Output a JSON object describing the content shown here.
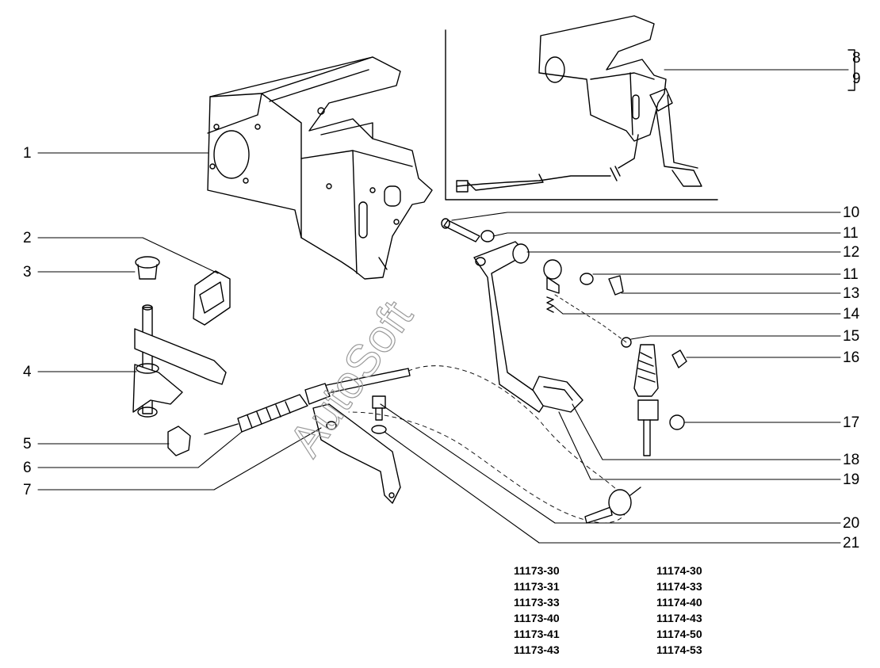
{
  "watermark": "AutoSoft",
  "callouts": {
    "c1": "1",
    "c2": "2",
    "c3": "3",
    "c4": "4",
    "c5": "5",
    "c6": "6",
    "c7": "7",
    "c8": "8",
    "c9": "9",
    "c10": "10",
    "c11a": "11",
    "c11b": "11",
    "c12": "12",
    "c13": "13",
    "c14": "14",
    "c15": "15",
    "c16": "16",
    "c17": "17",
    "c18": "18",
    "c19": "19",
    "c20": "20",
    "c21": "21"
  },
  "models": {
    "left": [
      "11173-30",
      "11173-31",
      "11173-33",
      "11173-40",
      "11173-41",
      "11173-43"
    ],
    "right": [
      "11174-30",
      "11174-33",
      "11174-40",
      "11174-43",
      "11174-50",
      "11174-53"
    ]
  }
}
